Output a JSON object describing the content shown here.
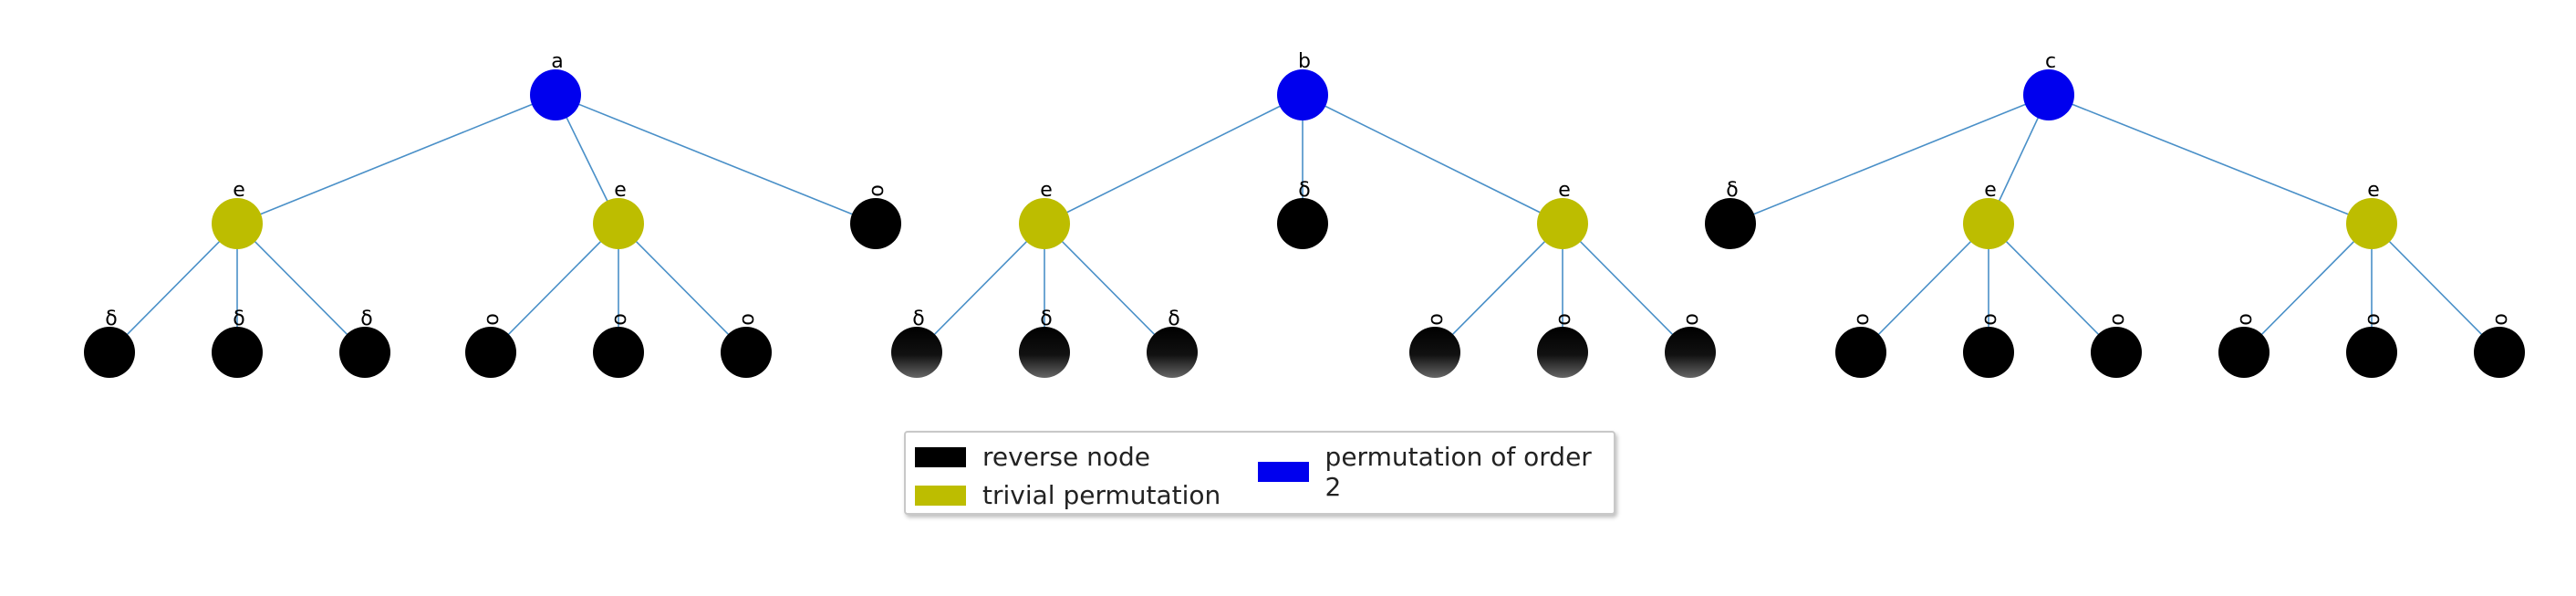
{
  "colors": {
    "reverse": "#000000",
    "trivial": "#bdbd00",
    "order2": "#0000ee",
    "edge": "#4a90c8"
  },
  "trees": [
    {
      "root": {
        "label": "a",
        "type": "order2"
      },
      "children": [
        {
          "label": "e",
          "type": "trivial",
          "children": [
            {
              "label": "δ",
              "type": "reverse"
            },
            {
              "label": "δ",
              "type": "reverse"
            },
            {
              "label": "δ",
              "type": "reverse"
            }
          ]
        },
        {
          "label": "e",
          "type": "trivial",
          "children": [
            {
              "label": "ᴑ",
              "type": "reverse"
            },
            {
              "label": "ᴑ",
              "type": "reverse"
            },
            {
              "label": "ᴑ",
              "type": "reverse"
            }
          ]
        },
        {
          "label": "ᴑ",
          "type": "reverse",
          "children": []
        }
      ]
    },
    {
      "root": {
        "label": "b",
        "type": "order2"
      },
      "children": [
        {
          "label": "e",
          "type": "trivial",
          "children": [
            {
              "label": "δ",
              "type": "reverse"
            },
            {
              "label": "δ",
              "type": "reverse"
            },
            {
              "label": "δ",
              "type": "reverse"
            }
          ]
        },
        {
          "label": "δ",
          "type": "reverse",
          "children": []
        },
        {
          "label": "e",
          "type": "trivial",
          "children": [
            {
              "label": "ᴑ",
              "type": "reverse"
            },
            {
              "label": "ᴑ",
              "type": "reverse"
            },
            {
              "label": "ᴑ",
              "type": "reverse"
            }
          ]
        }
      ]
    },
    {
      "root": {
        "label": "c",
        "type": "order2"
      },
      "children": [
        {
          "label": "δ",
          "type": "reverse",
          "children": []
        },
        {
          "label": "e",
          "type": "trivial",
          "children": [
            {
              "label": "ᴑ",
              "type": "reverse"
            },
            {
              "label": "ᴑ",
              "type": "reverse"
            },
            {
              "label": "ᴑ",
              "type": "reverse"
            }
          ]
        },
        {
          "label": "e",
          "type": "trivial",
          "children": [
            {
              "label": "ᴑ",
              "type": "reverse"
            },
            {
              "label": "ᴑ",
              "type": "reverse"
            },
            {
              "label": "ᴑ",
              "type": "reverse"
            }
          ]
        }
      ]
    }
  ],
  "legend": {
    "reverse": "reverse node",
    "trivial": "trivial permutation",
    "order2": "permutation of order 2"
  }
}
